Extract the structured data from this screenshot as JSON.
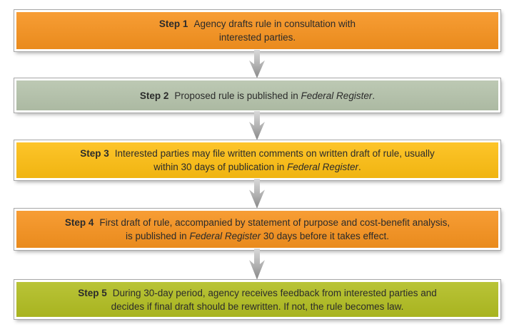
{
  "page": {
    "background": "#ffffff"
  },
  "flowchart": {
    "text_color": "#2b2b2b",
    "border_color": "#a8a8a8",
    "arrow_gradient_top": "#d9d9d9",
    "arrow_gradient_bottom": "#878787",
    "steps": [
      {
        "label": "Step 1",
        "color": "#F6921E",
        "lines": [
          [
            {
              "t": "Agency drafts rule in consultation with"
            }
          ],
          [
            {
              "t": "interested parties."
            }
          ]
        ]
      },
      {
        "label": "Step 2",
        "color": "#B5C3AB",
        "lines": [
          [
            {
              "t": "Proposed rule is published in "
            },
            {
              "t": "Federal Register",
              "i": true
            },
            {
              "t": "."
            }
          ]
        ]
      },
      {
        "label": "Step 3",
        "color": "#FDBE12",
        "lines": [
          [
            {
              "t": "Interested parties may file written comments on written draft of rule, usually"
            }
          ],
          [
            {
              "t": "within 30 days of publication in "
            },
            {
              "t": "Federal Register",
              "i": true
            },
            {
              "t": "."
            }
          ]
        ]
      },
      {
        "label": "Step 4",
        "color": "#F6921E",
        "lines": [
          [
            {
              "t": "First draft of rule, accompanied by statement of purpose and cost-benefit analysis,"
            }
          ],
          [
            {
              "t": "is published in "
            },
            {
              "t": "Federal Register",
              "i": true
            },
            {
              "t": " 30 days before it takes effect."
            }
          ]
        ]
      },
      {
        "label": "Step 5",
        "color": "#B1BD21",
        "lines": [
          [
            {
              "t": "During 30-day period, agency receives feedback from interested parties and"
            }
          ],
          [
            {
              "t": "decides if final draft should be rewritten. If not, the rule becomes law."
            }
          ]
        ]
      }
    ]
  }
}
